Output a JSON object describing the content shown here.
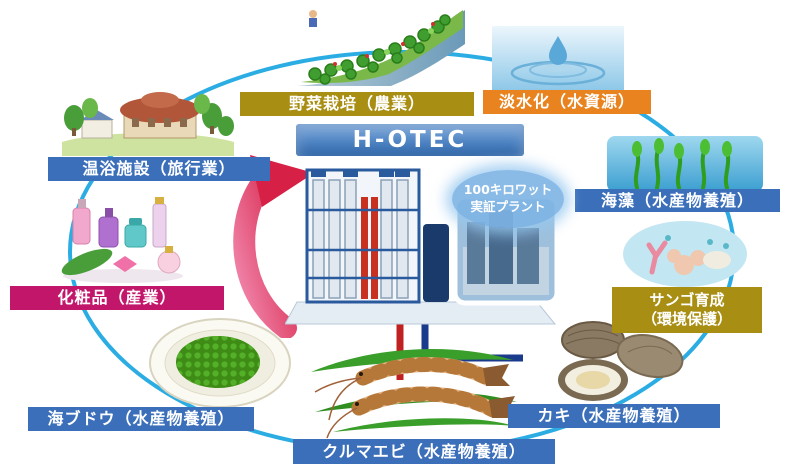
{
  "diagram": {
    "center_banner": "H-OTEC",
    "plant_caption": "100キロワット\n実証プラント"
  },
  "colors": {
    "ring": "#2bade3",
    "blue_label": "#3b6fba",
    "gold_label": "#a98e14",
    "orange_label": "#e8831f",
    "magenta_label": "#c2166b",
    "banner_blue": "#4a82c4",
    "arrow_red": "#d62045",
    "arrow_pink": "#f28bb1"
  },
  "labels": {
    "vegetables": {
      "text": "野菜栽培（農業）"
    },
    "desalination": {
      "text": "淡水化（水資源）"
    },
    "hot_bath": {
      "text": "温浴施設（旅行業）"
    },
    "seaweed": {
      "text": "海藻（水産物養殖）"
    },
    "cosmetics": {
      "text": "化粧品（産業）"
    },
    "coral": {
      "text": "サンゴ育成\n（環境保護）"
    },
    "sea_grapes": {
      "text": "海ブドウ（水産物養殖）"
    },
    "kuruma_prawn": {
      "text": "クルマエビ（水産物養殖）"
    },
    "oyster": {
      "text": "カキ（水産物養殖）"
    }
  }
}
